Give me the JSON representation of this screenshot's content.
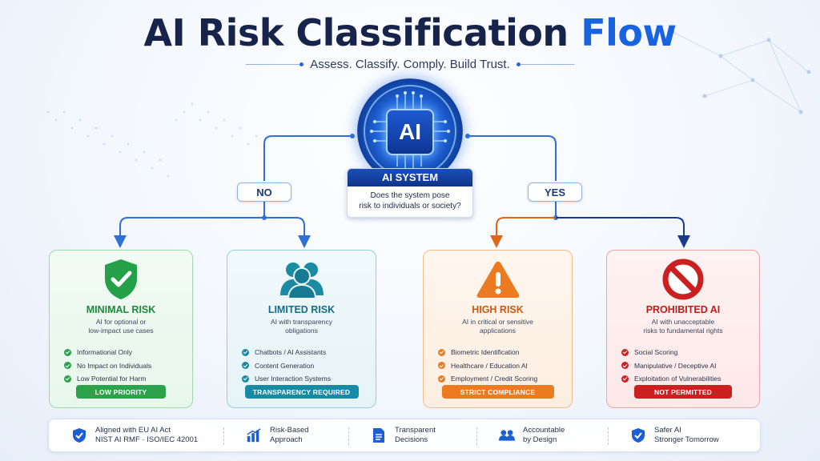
{
  "header": {
    "title_main": "AI Risk Classification",
    "title_accent": "Flow",
    "subtitle": "Assess. Classify. Comply. Build Trust."
  },
  "system": {
    "chip_label": "AI",
    "box_title": "AI SYSTEM",
    "question_line1": "Does the system pose",
    "question_line2": "risk to individuals or society?"
  },
  "branches": {
    "no_label": "NO",
    "yes_label": "YES"
  },
  "cards": [
    {
      "name": "MINIMAL RISK",
      "desc_line1": "AI for optional or",
      "desc_line2": "low-impact use cases",
      "items": [
        "Informational Only",
        "No Impact on Individuals",
        "Low Potential for Harm"
      ],
      "badge": "LOW PRIORITY",
      "icon": "shield-check-icon",
      "color": "#2aa34a"
    },
    {
      "name": "LIMITED RISK",
      "desc_line1": "AI with transparency",
      "desc_line2": "obligations",
      "items": [
        "Chatbots / AI Assistants",
        "Content Generation",
        "User Interaction Systems"
      ],
      "badge": "TRANSPARENCY REQUIRED",
      "icon": "users-icon",
      "color": "#178aa5"
    },
    {
      "name": "HIGH RISK",
      "desc_line1": "AI in critical or sensitive",
      "desc_line2": "applications",
      "items": [
        "Biometric Identification",
        "Healthcare / Education AI",
        "Employment / Credit Scoring"
      ],
      "badge": "STRICT COMPLIANCE",
      "icon": "warning-triangle-icon",
      "color": "#ec7a21"
    },
    {
      "name": "PROHIBITED AI",
      "desc_line1": "AI with unacceptable",
      "desc_line2": "risks to fundamental rights",
      "items": [
        "Social Scoring",
        "Manipulative / Deceptive AI",
        "Exploitation of Vulnerabilities"
      ],
      "badge": "NOT PERMITTED",
      "icon": "prohibited-icon",
      "color": "#cc1f1f"
    }
  ],
  "footer": [
    {
      "line1": "Aligned with EU AI Act",
      "line2": "NIST AI RMF · ISO/IEC 42001",
      "icon": "shield-check-icon"
    },
    {
      "line1": "Risk-Based",
      "line2": "Approach",
      "icon": "bar-chart-icon"
    },
    {
      "line1": "Transparent",
      "line2": "Decisions",
      "icon": "document-icon"
    },
    {
      "line1": "Accountable",
      "line2": "by Design",
      "icon": "users-icon"
    },
    {
      "line1": "Safer AI",
      "line2": "Stronger Tomorrow",
      "icon": "shield-check-icon"
    }
  ]
}
